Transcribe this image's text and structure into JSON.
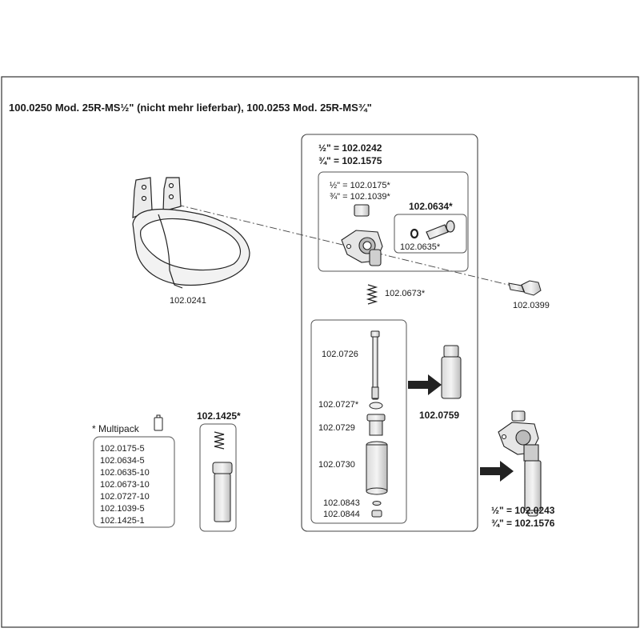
{
  "title": "100.0250 Mod. 25R-MS½\" (nicht mehr lieferbar), 100.0253 Mod. 25R-MS¾\"",
  "valve_codes": [
    "½\" = 102.0242",
    "¾\" = 102.1575"
  ],
  "inner_codes": [
    "½\" = 102.0175*",
    "¾\" = 102.1039*"
  ],
  "screw_code": "102.0634*",
  "oring_code": "102.0635*",
  "spring_code": "102.0673*",
  "bowl_code": "102.0241",
  "bolt_code": "102.0399",
  "stem_code": "102.0726",
  "seal_code": "102.0727*",
  "nut_code": "102.0729",
  "tube_code": "102.0730",
  "washer_code": "102.0843",
  "small_nut_code": "102.0844",
  "assembly_code": "102.0759",
  "complete_codes": [
    "½\" = 102.0243",
    "¾\" = 102.1576"
  ],
  "kit_code": "102.1425*",
  "multipack": {
    "label": "* Multipack",
    "items": [
      "102.0175-5",
      "102.0634-5",
      "102.0635-10",
      "102.0673-10",
      "102.0727-10",
      "102.1039-5",
      "102.1425-1"
    ]
  }
}
